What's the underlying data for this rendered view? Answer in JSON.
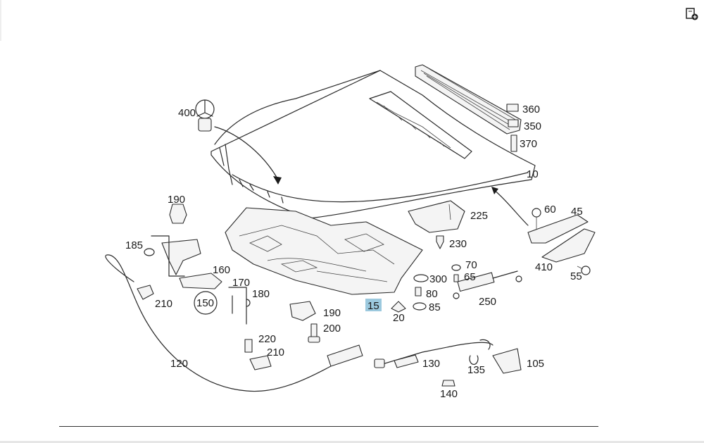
{
  "toolbar": {
    "corner_icon": "add-to-cart-doc-icon"
  },
  "callouts": {
    "c400": "400",
    "c360": "360",
    "c350": "350",
    "c370": "370",
    "c10": "10",
    "c190a": "190",
    "c185": "185",
    "c160": "160",
    "c170": "170",
    "c180": "180",
    "c150": "150",
    "c210a": "210",
    "c225": "225",
    "c60": "60",
    "c45": "45",
    "c230": "230",
    "c70": "70",
    "c65": "65",
    "c300": "300",
    "c80": "80",
    "c85": "85",
    "c250": "250",
    "c410": "410",
    "c55": "55",
    "c15": "15",
    "c20": "20",
    "c190b": "190",
    "c200": "200",
    "c220": "220",
    "c210b": "210",
    "c120": "120",
    "c130": "130",
    "c135": "135",
    "c105": "105",
    "c140": "140"
  },
  "highlight": {
    "part": "15",
    "color": "#9cc9de"
  }
}
